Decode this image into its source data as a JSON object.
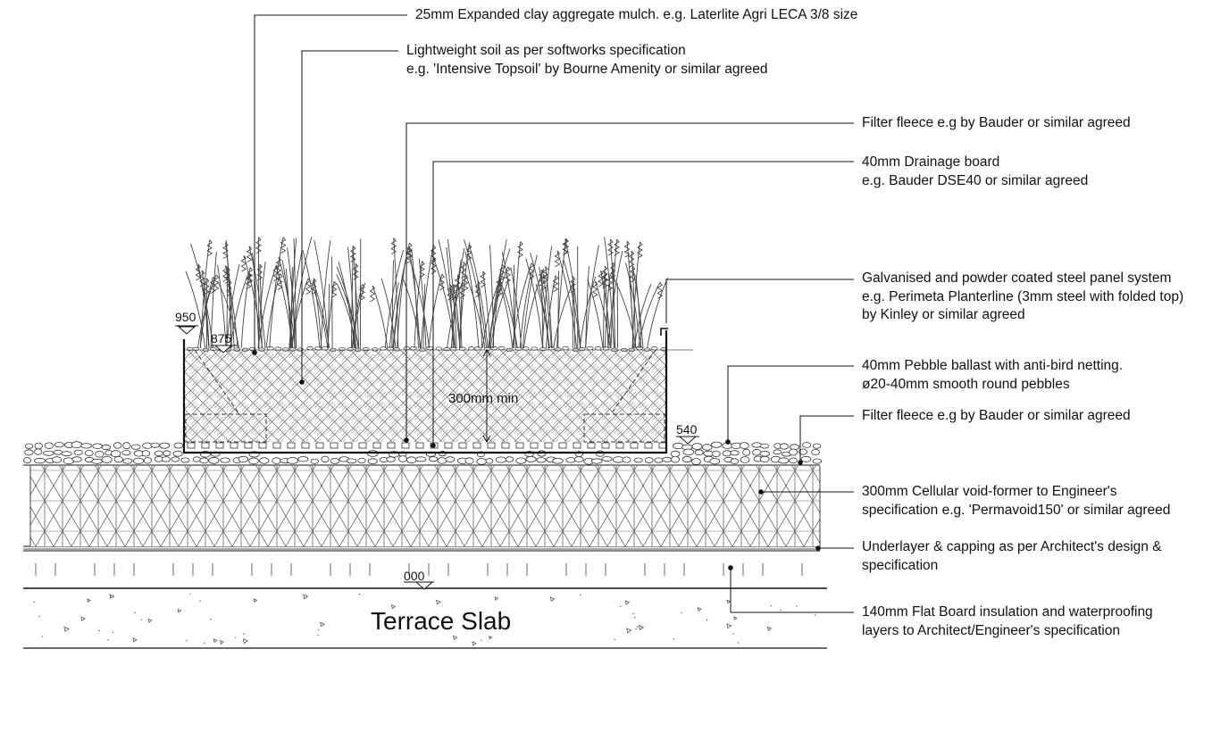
{
  "callouts": [
    {
      "id": "mulch",
      "lines": [
        "25mm Expanded clay aggregate mulch. e.g. Laterlite Agri LECA 3/8 size"
      ]
    },
    {
      "id": "soil",
      "lines": [
        "Lightweight soil as per softworks specification",
        "e.g. 'Intensive Topsoil' by Bourne Amenity or similar agreed"
      ]
    },
    {
      "id": "fleece-upper",
      "lines": [
        "Filter fleece e.g by Bauder or similar agreed"
      ]
    },
    {
      "id": "drainage",
      "lines": [
        "40mm Drainage board",
        "e.g. Bauder DSE40 or similar agreed"
      ]
    },
    {
      "id": "panel",
      "lines": [
        "Galvanised and powder coated steel panel system",
        "e.g. Perimeta Planterline (3mm steel with folded top)",
        "by Kinley or similar agreed"
      ]
    },
    {
      "id": "pebble",
      "lines": [
        "40mm Pebble ballast with anti-bird netting.",
        "ø20-40mm smooth round pebbles"
      ]
    },
    {
      "id": "fleece-lower",
      "lines": [
        "Filter fleece e.g by Bauder or similar agreed"
      ]
    },
    {
      "id": "voidformer",
      "lines": [
        "300mm Cellular void-former to Engineer's",
        "specification e.g. 'Permavoid150' or similar agreed"
      ]
    },
    {
      "id": "underlayer",
      "lines": [
        "Underlayer & capping as per Architect's design &",
        "specification"
      ]
    },
    {
      "id": "insulation",
      "lines": [
        "140mm Flat Board insulation and waterproofing",
        "layers to Architect/Engineer's specification"
      ]
    }
  ],
  "levels": {
    "top": "950",
    "soil": "875",
    "ballast": "540",
    "slab": "000"
  },
  "dimension": "300mm min",
  "slab_label": "Terrace Slab",
  "colors": {
    "line": "#111111",
    "hatch": "#555555",
    "grass": "#444444"
  }
}
